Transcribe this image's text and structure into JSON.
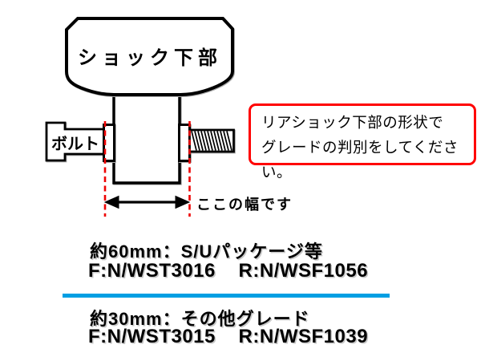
{
  "diagram": {
    "shock_label": "ショック下部",
    "bolt_label": "ボルト",
    "width_note": "ここの幅です",
    "colors": {
      "outline": "#000000",
      "fill": "#ffffff",
      "dashed_guide": "#ee0000"
    }
  },
  "info_box": {
    "line1": "リアショック下部の形状で",
    "line2": "グレードの判別をしてください。",
    "border_color": "#ff0000"
  },
  "specs": [
    {
      "size_label": "約60mm：S/Uパッケージ等",
      "part_numbers": "F:N/WST3016    R:N/WSF1056"
    },
    {
      "size_label": "約30mm：その他グレード",
      "part_numbers": "F:N/WST3015    R:N/WSF1039"
    }
  ],
  "divider_color": "#009FE3"
}
